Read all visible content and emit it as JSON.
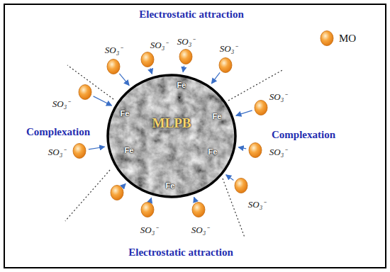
{
  "diagram": {
    "nodes": [
      {
        "text": [
          "MLPB",
          "Fe",
          "Fe",
          "Fe",
          "Fe",
          "Fe",
          "Fe"
        ]
      }
    ],
    "labels": [
      "Electrostatic attraction",
      "SO₃⁻",
      "SO₃⁻",
      "SO₃⁻",
      "SO₃⁻",
      "SO₃⁻",
      "Complexation",
      "SO₃⁻",
      "SO₃⁻",
      "Complexation",
      "SO₃⁻",
      "SO₃⁻",
      "SO₃⁻",
      "SO₃⁻",
      "Electrostatic attraction"
    ],
    "legend": [
      {
        "text": "MO"
      }
    ]
  }
}
